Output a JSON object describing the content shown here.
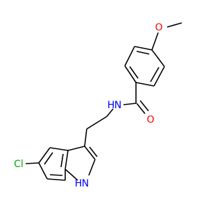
{
  "molecule": {
    "atoms": {
      "oxygen_methoxy": "O",
      "nitrogen_amide": "N",
      "hydrogen_amide": "H",
      "oxygen_carbonyl": "O",
      "chlorine": "Cl",
      "hydrogen_indole": "H",
      "nitrogen_indole": "N"
    },
    "colors": {
      "carbon_bonds": "#000000",
      "oxygen": "#ff0000",
      "nitrogen": "#0000ff",
      "chlorine": "#00aa00"
    }
  }
}
